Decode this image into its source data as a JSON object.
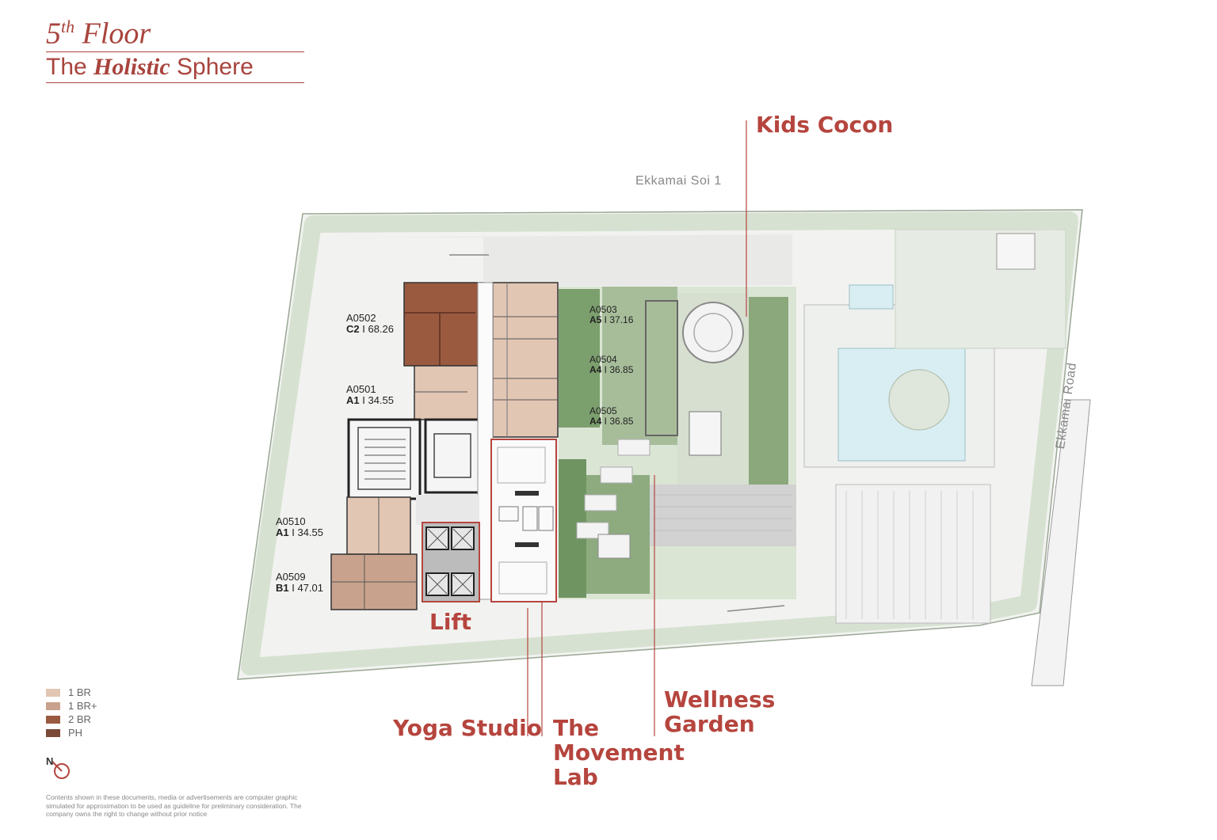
{
  "header": {
    "floor_number": "5",
    "floor_suffix": "th",
    "floor_word": "Floor",
    "subtitle_pre": "The ",
    "subtitle_em": "Holistic",
    "subtitle_post": " Sphere"
  },
  "streets": {
    "top": "Ekkamai Soi 1",
    "right": "Ekkamai Road"
  },
  "callouts": {
    "kids": "Kids Cocon",
    "lift": "Lift",
    "yoga": "Yoga Studio",
    "movement_1": "The",
    "movement_2": "Movement",
    "movement_3": "Lab",
    "wellness_1": "Wellness",
    "wellness_2": "Garden"
  },
  "units": [
    {
      "code": "A0502",
      "type": "C2",
      "size": "68.26"
    },
    {
      "code": "A0501",
      "type": "A1",
      "size": "34.55"
    },
    {
      "code": "A0510",
      "type": "A1",
      "size": "34.55"
    },
    {
      "code": "A0509",
      "type": "B1",
      "size": "47.01"
    },
    {
      "code": "A0503",
      "type": "A5",
      "size": "37.16"
    },
    {
      "code": "A0504",
      "type": "A4",
      "size": "36.85"
    },
    {
      "code": "A0505",
      "type": "A4",
      "size": "36.85"
    }
  ],
  "separator": " I ",
  "legend": [
    {
      "label": "1 BR",
      "color": "#e2c6b4"
    },
    {
      "label": "1 BR+",
      "color": "#c9a28d"
    },
    {
      "label": "2 BR",
      "color": "#9a5a40"
    },
    {
      "label": "PH",
      "color": "#7a4a36"
    }
  ],
  "north_label": "N",
  "disclaimer": "Contents shown in these documents, media or advertisements are computer graphic simulated for approximation to be used as guideline for preliminary consideration. The company owns the right to change without prior notice",
  "colors": {
    "accent": "#b5453e",
    "unit_1br": "#e2c6b4",
    "unit_2br": "#9a5a40",
    "garden": "#7c9f6e",
    "pool": "#d9eef2"
  }
}
